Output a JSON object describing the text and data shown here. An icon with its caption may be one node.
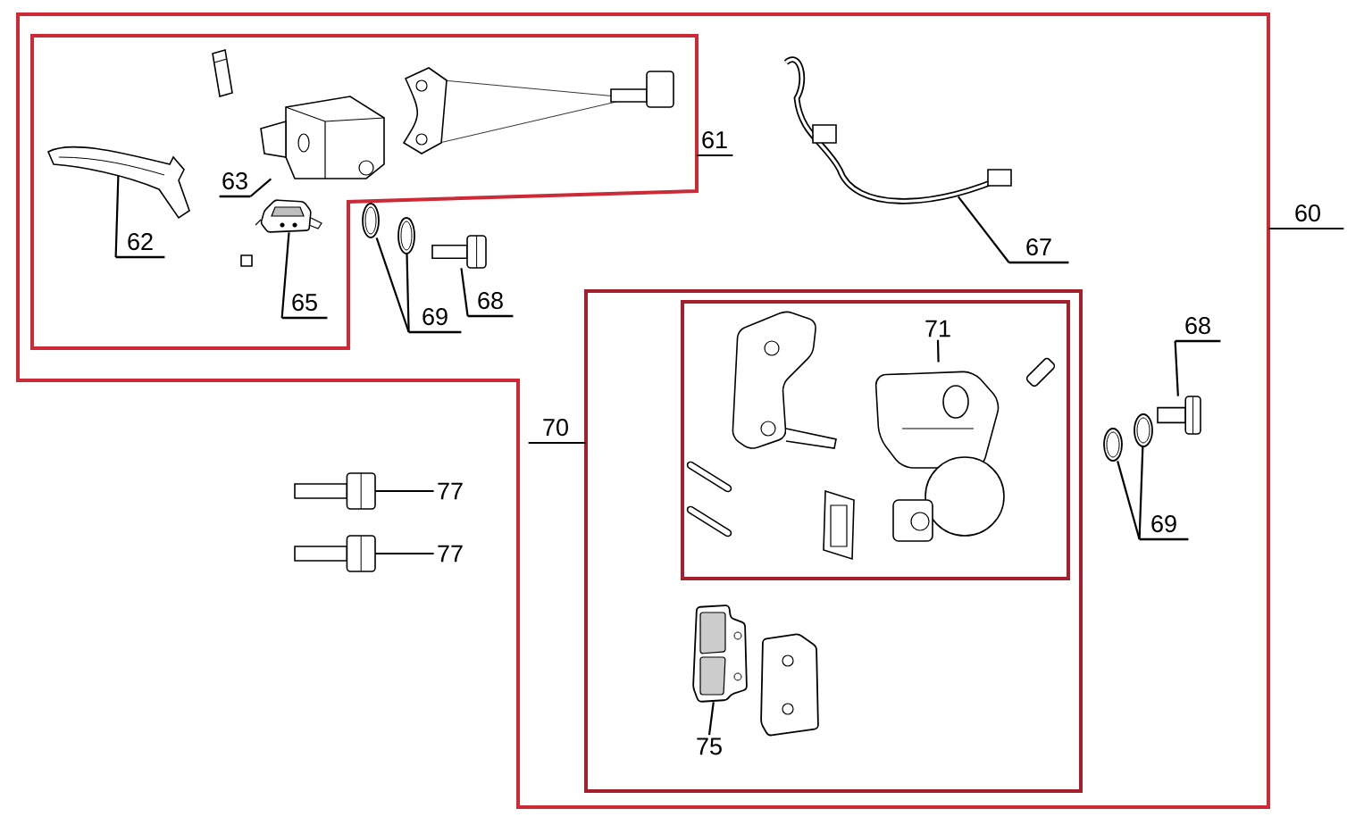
{
  "diagram": {
    "nodes": [
      {
        "text": [],
        "shape": "box"
      },
      {
        "text": [],
        "shape": "box",
        "in": 0
      },
      {
        "text": [],
        "shape": "picture",
        "in": 1
      },
      {
        "text": [
          "62"
        ],
        "in": 1
      },
      {
        "text": [],
        "shape": "picture",
        "in": 1
      },
      {
        "text": [
          "63"
        ],
        "in": 1
      },
      {
        "text": [],
        "shape": "picture",
        "in": 1
      },
      {
        "text": [
          "65"
        ],
        "in": 1
      },
      {
        "text": [
          "61"
        ],
        "in": 0
      },
      {
        "text": [],
        "shape": "picture",
        "in": 0
      },
      {
        "text": [
          "67"
        ],
        "in": 0
      },
      {
        "text": [],
        "shape": "picture",
        "in": 0
      },
      {
        "text": [],
        "shape": "picture",
        "in": 0
      },
      {
        "text": [
          "69"
        ],
        "in": 0
      },
      {
        "text": [],
        "shape": "picture",
        "in": 0
      },
      {
        "text": [
          "68"
        ],
        "in": 0
      },
      {
        "text": [
          "60"
        ]
      },
      {
        "text": [],
        "shape": "box",
        "in": 0
      },
      {
        "text": [],
        "shape": "box",
        "in": 17
      },
      {
        "text": [],
        "shape": "picture",
        "in": 18
      },
      {
        "text": [
          "71"
        ],
        "in": 18
      },
      {
        "text": [
          "70"
        ],
        "in": 0
      },
      {
        "text": [],
        "shape": "picture",
        "in": 0
      },
      {
        "text": [
          "68"
        ],
        "in": 0
      },
      {
        "text": [],
        "shape": "picture",
        "in": 0
      },
      {
        "text": [],
        "shape": "picture",
        "in": 0
      },
      {
        "text": [
          "69"
        ],
        "in": 0
      },
      {
        "text": [],
        "shape": "picture",
        "in": 17
      },
      {
        "text": [
          "75"
        ],
        "in": 17
      },
      {
        "text": [],
        "shape": "picture"
      },
      {
        "text": [
          "77"
        ]
      },
      {
        "text": [],
        "shape": "picture"
      },
      {
        "text": [
          "77"
        ]
      }
    ],
    "edges": [
      {
        "from": 3,
        "to": 2,
        "arrow": "none"
      },
      {
        "from": 5,
        "to": 4,
        "arrow": "none"
      },
      {
        "from": 7,
        "to": 6,
        "arrow": "none"
      },
      {
        "from": 8,
        "to": 1,
        "arrow": "none"
      },
      {
        "from": 10,
        "to": 9,
        "arrow": "none"
      },
      {
        "from": 13,
        "to": 11,
        "arrow": "none"
      },
      {
        "from": 13,
        "to": 12,
        "arrow": "none"
      },
      {
        "from": 15,
        "to": 14,
        "arrow": "none"
      },
      {
        "from": 16,
        "to": 0,
        "arrow": "none"
      },
      {
        "from": 20,
        "to": 19,
        "arrow": "none"
      },
      {
        "from": 21,
        "to": 17,
        "arrow": "none"
      },
      {
        "from": 23,
        "to": 22,
        "arrow": "none"
      },
      {
        "from": 26,
        "to": 24,
        "arrow": "none"
      },
      {
        "from": 26,
        "to": 25,
        "arrow": "none"
      },
      {
        "from": 28,
        "to": 27,
        "arrow": "none"
      },
      {
        "from": 30,
        "to": 29,
        "arrow": "none"
      },
      {
        "from": 32,
        "to": 31,
        "arrow": "none"
      }
    ]
  }
}
